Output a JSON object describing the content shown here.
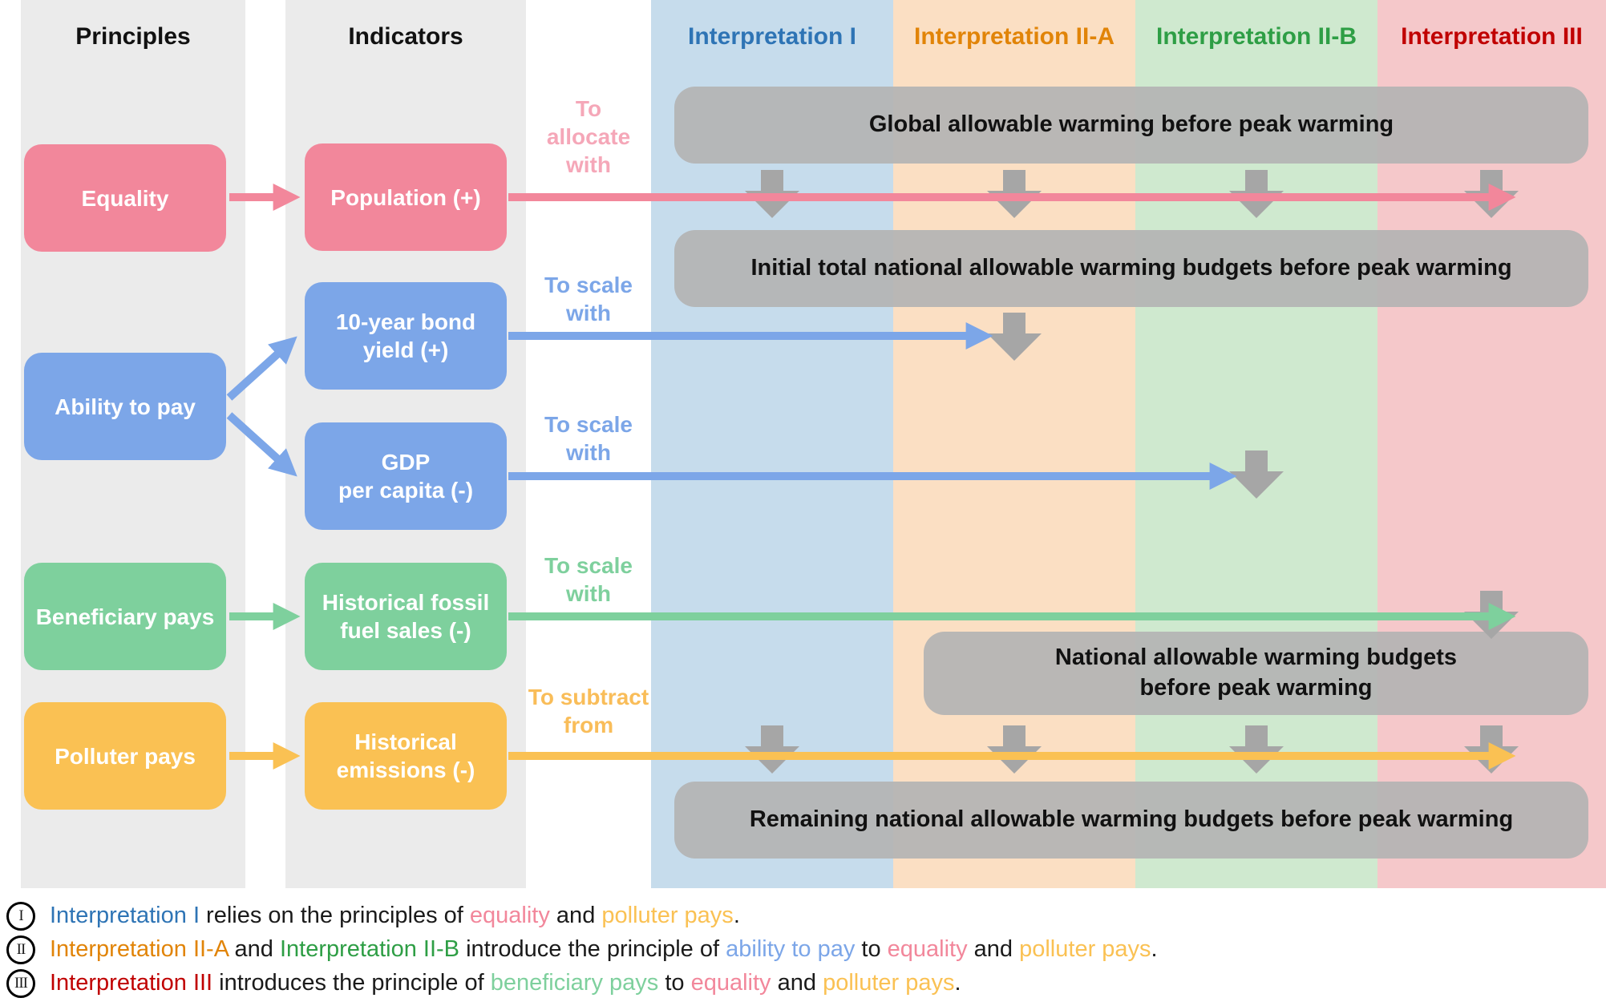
{
  "headers": {
    "principles": "Principles",
    "indicators": "Indicators"
  },
  "interpretation_columns": [
    {
      "label": "Interpretation I",
      "text_color": "#2e74b5",
      "bg_color": "#c6dcec"
    },
    {
      "label": "Interpretation II-A",
      "text_color": "#e18408",
      "bg_color": "#fbdfc3"
    },
    {
      "label": "Interpretation II-B",
      "text_color": "#2e9e45",
      "bg_color": "#cfe9cf"
    },
    {
      "label": "Interpretation III",
      "text_color": "#c00000",
      "bg_color": "#f5c8ca"
    }
  ],
  "principles": [
    {
      "label": "Equality",
      "color": "#f2879b"
    },
    {
      "label": "Ability to pay",
      "color": "#7ca6e8"
    },
    {
      "label": "Beneficiary pays",
      "color": "#7ed09d"
    },
    {
      "label": "Polluter pays",
      "color": "#fac153"
    }
  ],
  "indicators": [
    {
      "label": "Population (+)",
      "color": "#f2879b"
    },
    {
      "label": "10-year bond\nyield (+)",
      "color": "#7ca6e8"
    },
    {
      "label": "GDP\nper capita (-)",
      "color": "#7ca6e8"
    },
    {
      "label": "Historical fossil\nfuel sales (-)",
      "color": "#7ed09d"
    },
    {
      "label": "Historical\nemissions (-)",
      "color": "#fac153"
    }
  ],
  "operations": [
    {
      "label": "To\nallocate\nwith",
      "color": "#f5a7b8"
    },
    {
      "label": "To scale\nwith",
      "color": "#7ca6e8"
    },
    {
      "label": "To scale\nwith",
      "color": "#7ca6e8"
    },
    {
      "label": "To scale\nwith",
      "color": "#7ed09d"
    },
    {
      "label": "To subtract\nfrom",
      "color": "#f9bd59"
    }
  ],
  "stages": [
    {
      "label": "Global allowable warming before peak warming"
    },
    {
      "label": "Initial total national allowable warming budgets before peak warming"
    },
    {
      "label": "National allowable warming budgets\nbefore peak warming"
    },
    {
      "label": "Remaining national allowable warming budgets before peak warming"
    }
  ],
  "diagram_colors": {
    "stage_box": "#b4b4b4",
    "down_arrow": "#a6a6a6",
    "principles_column_bg": "#ebebeb"
  },
  "legend": {
    "lines": [
      {
        "numeral": "I",
        "segments": [
          {
            "text": "Interpretation I",
            "color": "#2e74b5"
          },
          {
            "text": " relies on the principles of "
          },
          {
            "text": "equality",
            "color": "#f2879b"
          },
          {
            "text": " and "
          },
          {
            "text": "polluter pays",
            "color": "#fac153"
          },
          {
            "text": "."
          }
        ]
      },
      {
        "numeral": "II",
        "segments": [
          {
            "text": "Interpretation II-A",
            "color": "#e18408"
          },
          {
            "text": " and "
          },
          {
            "text": "Interpretation II-B",
            "color": "#2e9e45"
          },
          {
            "text": " introduce the principle of "
          },
          {
            "text": "ability to pay",
            "color": "#7ca6e8"
          },
          {
            "text": " to "
          },
          {
            "text": "equality",
            "color": "#f2879b"
          },
          {
            "text": " and "
          },
          {
            "text": "polluter pays",
            "color": "#fac153"
          },
          {
            "text": "."
          }
        ]
      },
      {
        "numeral": "III",
        "segments": [
          {
            "text": "Interpretation III",
            "color": "#c00000"
          },
          {
            "text": " introduces the principle of "
          },
          {
            "text": "beneficiary pays",
            "color": "#7ed09d"
          },
          {
            "text": " to "
          },
          {
            "text": "equality",
            "color": "#f2879b"
          },
          {
            "text": " and "
          },
          {
            "text": "polluter pays",
            "color": "#fac153"
          },
          {
            "text": "."
          }
        ]
      }
    ]
  }
}
